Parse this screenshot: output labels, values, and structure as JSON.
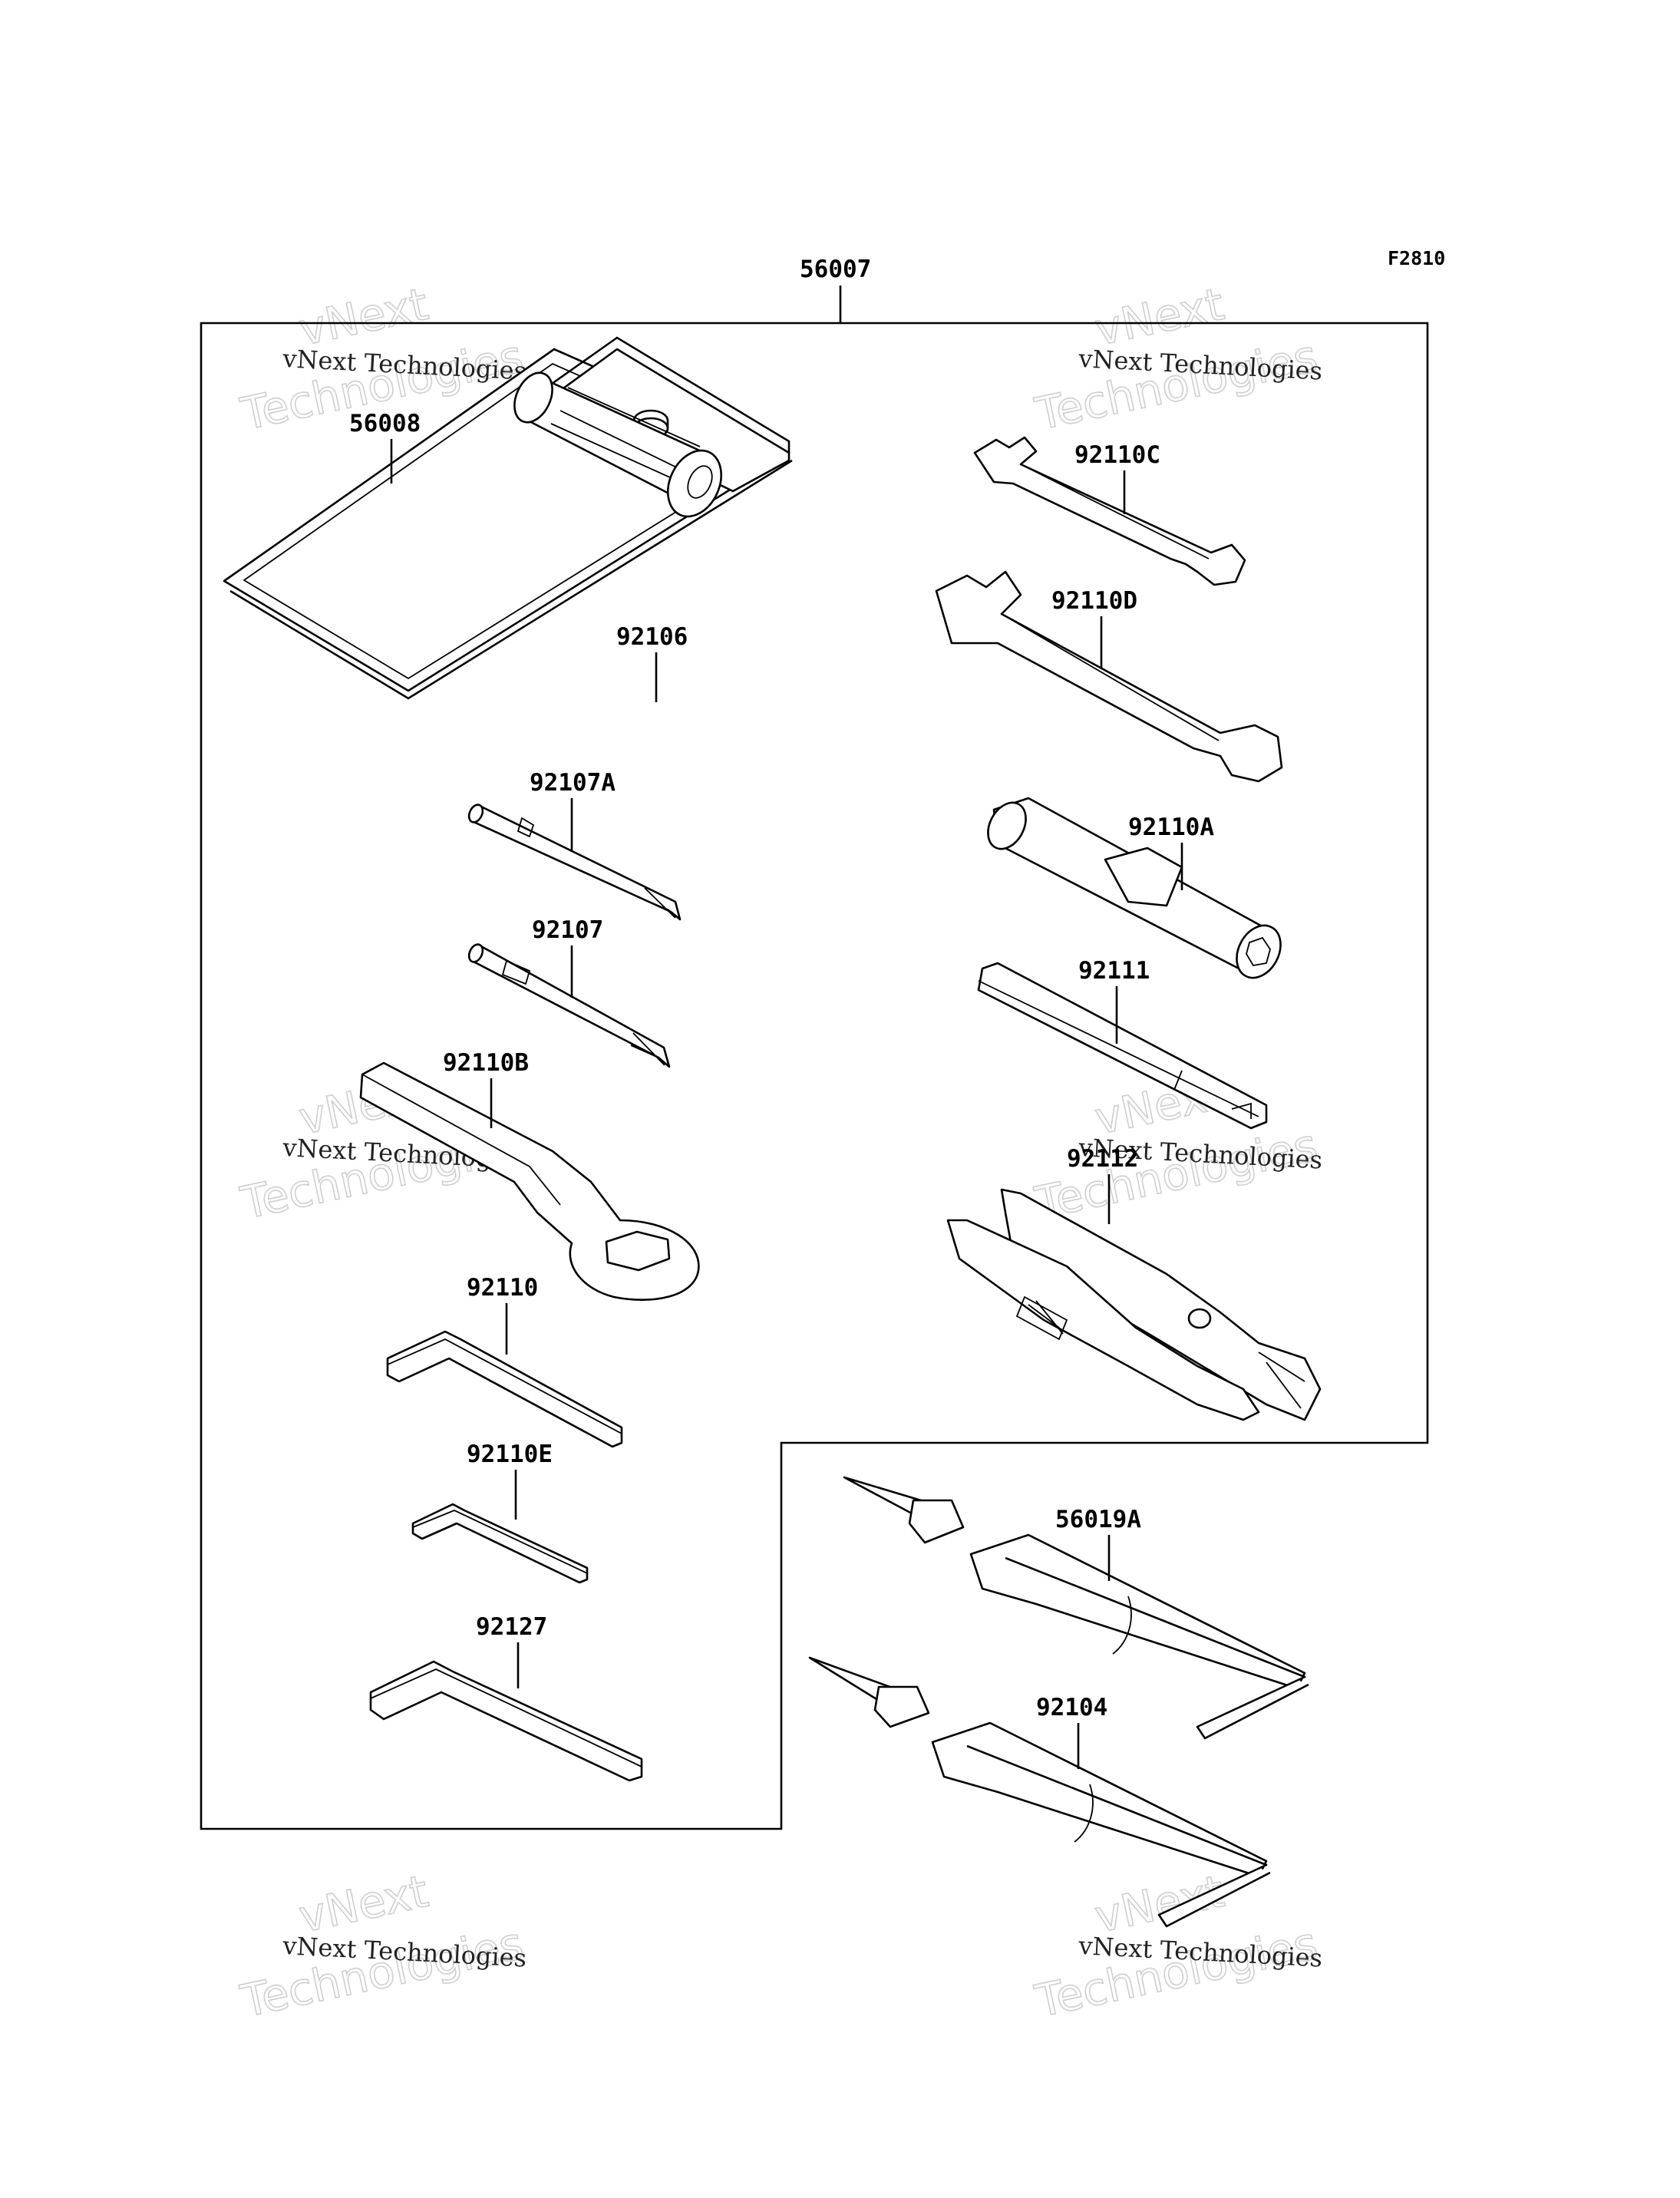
{
  "figure_code": "F2810",
  "assembly_label": "56007",
  "parts": {
    "p56008": "56008",
    "p92106": "92106",
    "p92107A": "92107A",
    "p92107": "92107",
    "p92110B": "92110B",
    "p92110": "92110",
    "p92110E": "92110E",
    "p92127": "92127",
    "p92110C": "92110C",
    "p92110D": "92110D",
    "p92110A": "92110A",
    "p92111": "92111",
    "p92112": "92112",
    "p56019A": "56019A",
    "p92104": "92104"
  },
  "watermark": {
    "small": "vNext Technologies",
    "big_line1": "vNext",
    "big_line2": "Technologies"
  }
}
